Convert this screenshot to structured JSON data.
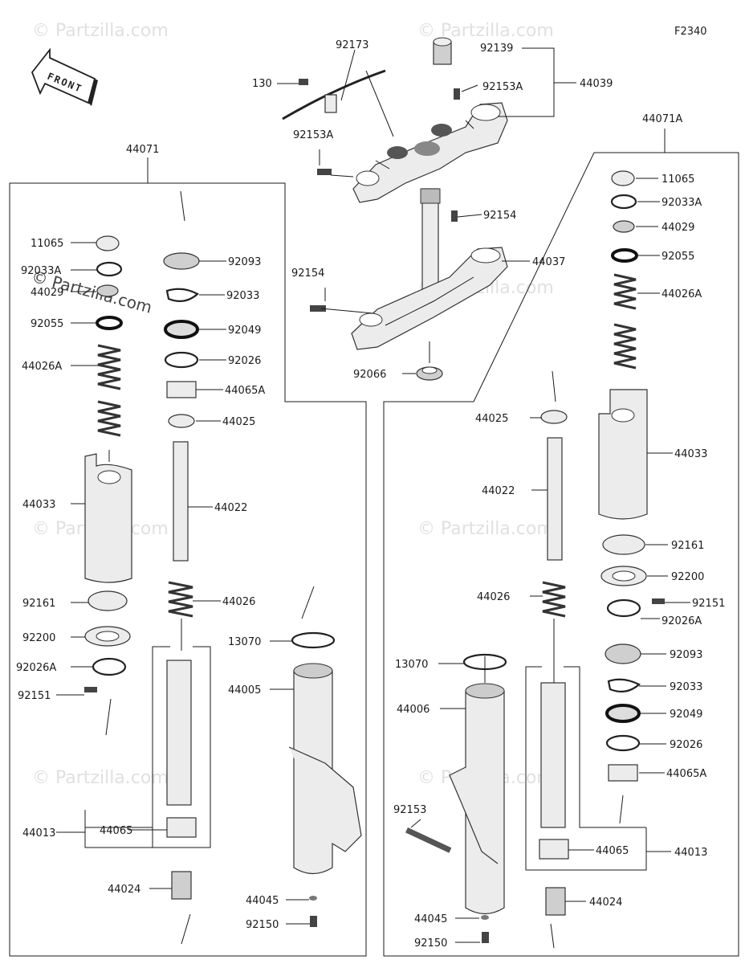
{
  "diagram": {
    "code": "F2340",
    "watermark": "© Partzilla.com",
    "front_label": "FRONT"
  },
  "labels": {
    "l92173": "92173",
    "l130": "130",
    "l92139": "92139",
    "l92153A_top": "92153A",
    "l44039": "44039",
    "l92153A_left": "92153A",
    "l92154_right": "92154",
    "l44037": "44037",
    "l92154_left": "92154",
    "l92066": "92066",
    "l44071": "44071",
    "l44071A": "44071A",
    "L_11065": "11065",
    "L_92033A": "92033A",
    "L_44029": "44029",
    "L_92055": "92055",
    "L_44026A": "44026A",
    "L_44033": "44033",
    "L_92161": "92161",
    "L_92200": "92200",
    "L_92026A": "92026A",
    "L_92151": "92151",
    "L_44013": "44013",
    "L_44065": "44065",
    "L_44024": "44024",
    "L_92093": "92093",
    "L_92033": "92033",
    "L_92049": "92049",
    "L_92026": "92026",
    "L_44065A": "44065A",
    "L_44025": "44025",
    "L_44022": "44022",
    "L_44026": "44026",
    "L_13070": "13070",
    "L_44005": "44005",
    "L_44045": "44045",
    "L_92150": "92150",
    "R_11065": "11065",
    "R_92033A": "92033A",
    "R_44029": "44029",
    "R_92055": "92055",
    "R_44026A": "44026A",
    "R_44033": "44033",
    "R_92161": "92161",
    "R_92200": "92200",
    "R_92151": "92151",
    "R_92026A": "92026A",
    "R_92093": "92093",
    "R_92033": "92033",
    "R_92049": "92049",
    "R_92026": "92026",
    "R_44065A": "44065A",
    "R_44013": "44013",
    "R_44065": "44065",
    "R_44024": "44024",
    "R_44025": "44025",
    "R_44022": "44022",
    "R_44026": "44026",
    "R_13070": "13070",
    "R_44006": "44006",
    "R_92153": "92153",
    "R_44045": "44045",
    "R_92150": "92150"
  }
}
